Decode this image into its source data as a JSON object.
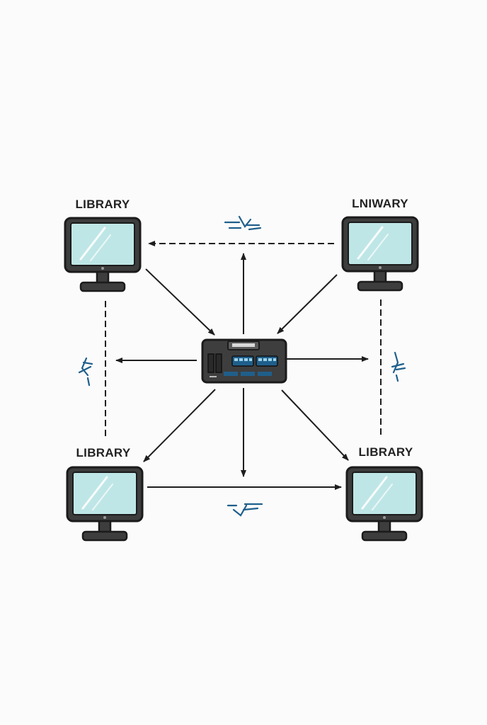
{
  "diagram": {
    "nodes": [
      {
        "id": "top-left",
        "label": "LIBRARY"
      },
      {
        "id": "top-right",
        "label": "LNIWARY"
      },
      {
        "id": "bottom-left",
        "label": "LIBRARY"
      },
      {
        "id": "bottom-right",
        "label": "LIBRARY"
      }
    ],
    "hub": {
      "icon": "network-switch-icon"
    },
    "colors": {
      "line": "#1e1e1e",
      "screen": "#bfe6e6",
      "monitor": "#3d3d3d",
      "accent": "#1f5f8b",
      "background": "#fbfbfb"
    }
  }
}
